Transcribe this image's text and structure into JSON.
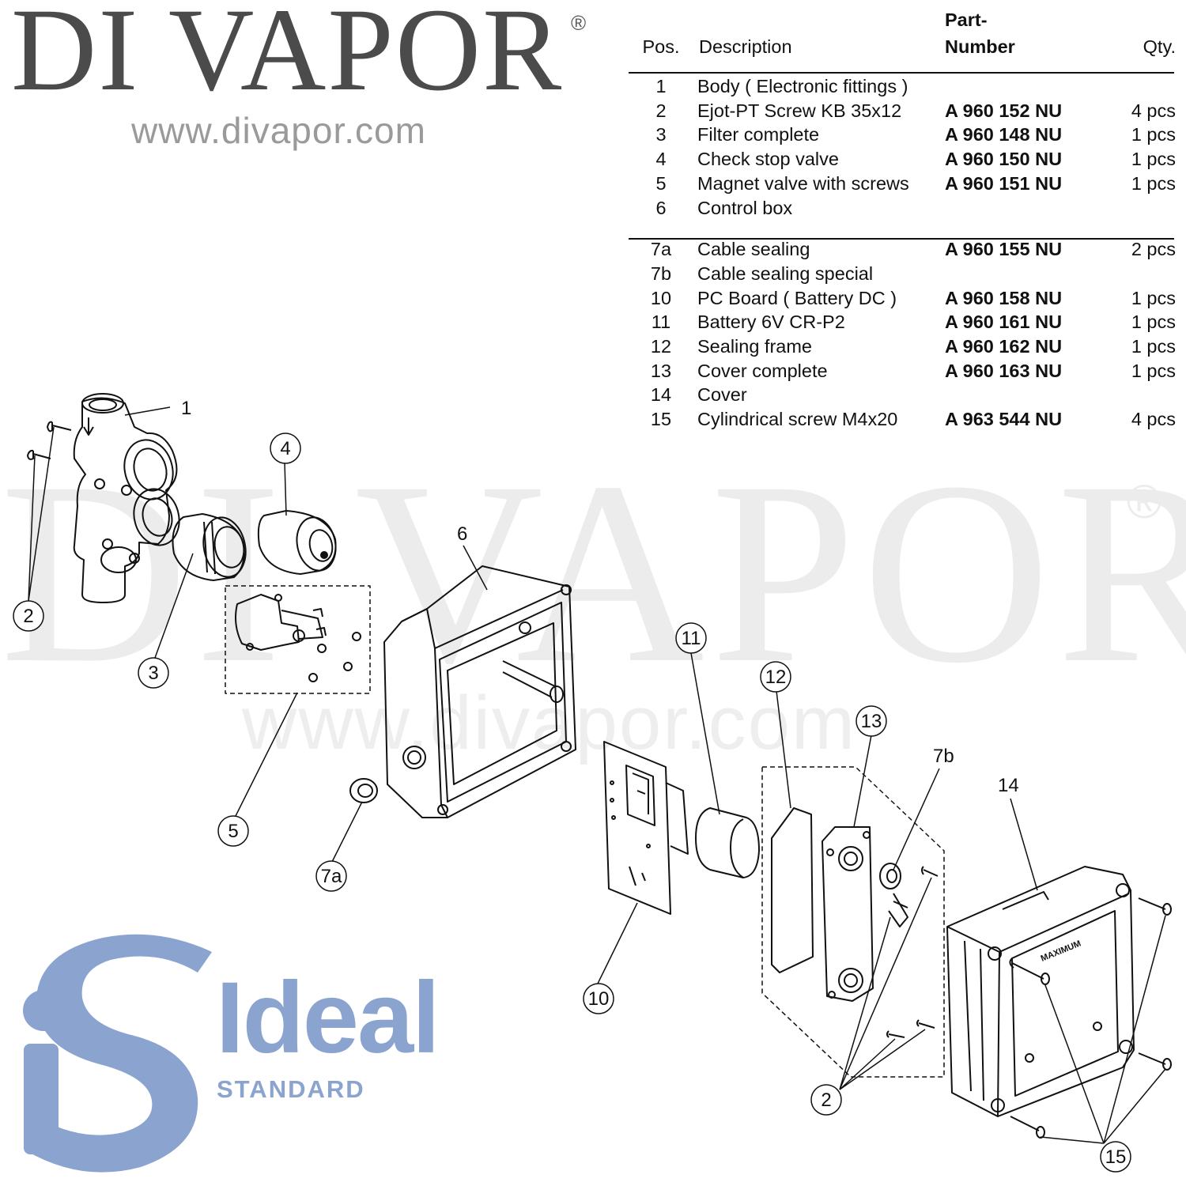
{
  "brand": {
    "name": "DI VAPOR",
    "registered": "®",
    "url": "www.divapor.com"
  },
  "watermark": {
    "name": "DI VAPOR",
    "registered": "®",
    "url": "www.divapor.com"
  },
  "table": {
    "headers": {
      "pos": "Pos.",
      "description": "Description",
      "part_number_line1": "Part-",
      "part_number_line2": "Number",
      "qty": "Qty."
    },
    "group1": [
      {
        "pos": "1",
        "description": "Body ( Electronic fittings )",
        "part_number": "",
        "qty": ""
      },
      {
        "pos": "2",
        "description": "Ejot-PT Screw KB 35x12",
        "part_number": "A 960 152 NU",
        "qty": "4 pcs"
      },
      {
        "pos": "3",
        "description": "Filter complete",
        "part_number": "A 960 148 NU",
        "qty": "1 pcs"
      },
      {
        "pos": "4",
        "description": "Check stop valve",
        "part_number": "A 960 150 NU",
        "qty": "1 pcs"
      },
      {
        "pos": "5",
        "description": "Magnet valve with screws",
        "part_number": "A 960 151 NU",
        "qty": "1 pcs"
      },
      {
        "pos": "6",
        "description": "Control box",
        "part_number": "",
        "qty": ""
      }
    ],
    "group2": [
      {
        "pos": "7a",
        "description": "Cable sealing",
        "part_number": "A 960 155 NU",
        "qty": "2 pcs"
      },
      {
        "pos": "7b",
        "description": "Cable sealing special",
        "part_number": "",
        "qty": ""
      },
      {
        "pos": "10",
        "description": "PC Board ( Battery DC )",
        "part_number": "A 960 158 NU",
        "qty": "1 pcs"
      },
      {
        "pos": "11",
        "description": "Battery 6V CR-P2",
        "part_number": "A 960 161 NU",
        "qty": "1 pcs"
      },
      {
        "pos": "12",
        "description": "Sealing frame",
        "part_number": "A 960 162 NU",
        "qty": "1 pcs"
      },
      {
        "pos": "13",
        "description": "Cover complete",
        "part_number": "A 960 163 NU",
        "qty": "1 pcs"
      },
      {
        "pos": "14",
        "description": "Cover",
        "part_number": "",
        "qty": ""
      },
      {
        "pos": "15",
        "description": "Cylindrical screw M4x20",
        "part_number": "A 963 544 NU",
        "qty": "4 pcs"
      }
    ]
  },
  "callouts": {
    "c1": "1",
    "c2a": "2",
    "c2b": "2",
    "c3": "3",
    "c4": "4",
    "c5": "5",
    "c6": "6",
    "c7a": "7a",
    "c7b": "7b",
    "c10": "10",
    "c11": "11",
    "c12": "12",
    "c13": "13",
    "c14": "14",
    "c15": "15"
  },
  "cover_marking": "MAXIMUM",
  "logo": {
    "word": "Ideal",
    "subword": "STANDARD",
    "color": "#8aa3cf"
  }
}
